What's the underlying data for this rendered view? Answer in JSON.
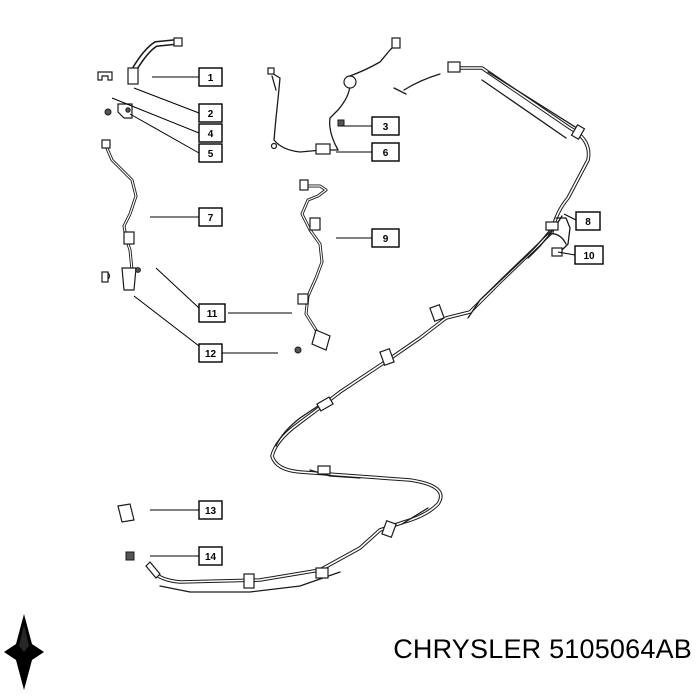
{
  "callouts": [
    {
      "id": "c1",
      "label": "1"
    },
    {
      "id": "c2",
      "label": "2"
    },
    {
      "id": "c3",
      "label": "3"
    },
    {
      "id": "c4",
      "label": "4"
    },
    {
      "id": "c5",
      "label": "5"
    },
    {
      "id": "c6",
      "label": "6"
    },
    {
      "id": "c7",
      "label": "7"
    },
    {
      "id": "c8",
      "label": "8"
    },
    {
      "id": "c9",
      "label": "9"
    },
    {
      "id": "c10",
      "label": "10"
    },
    {
      "id": "c11",
      "label": "11"
    },
    {
      "id": "c12",
      "label": "12"
    },
    {
      "id": "c13",
      "label": "13"
    },
    {
      "id": "c14",
      "label": "14"
    }
  ],
  "footer": {
    "brand": "CHRYSLER",
    "part_number": "5105064AB",
    "logo_icon": "chrysler-pentastar-icon"
  }
}
